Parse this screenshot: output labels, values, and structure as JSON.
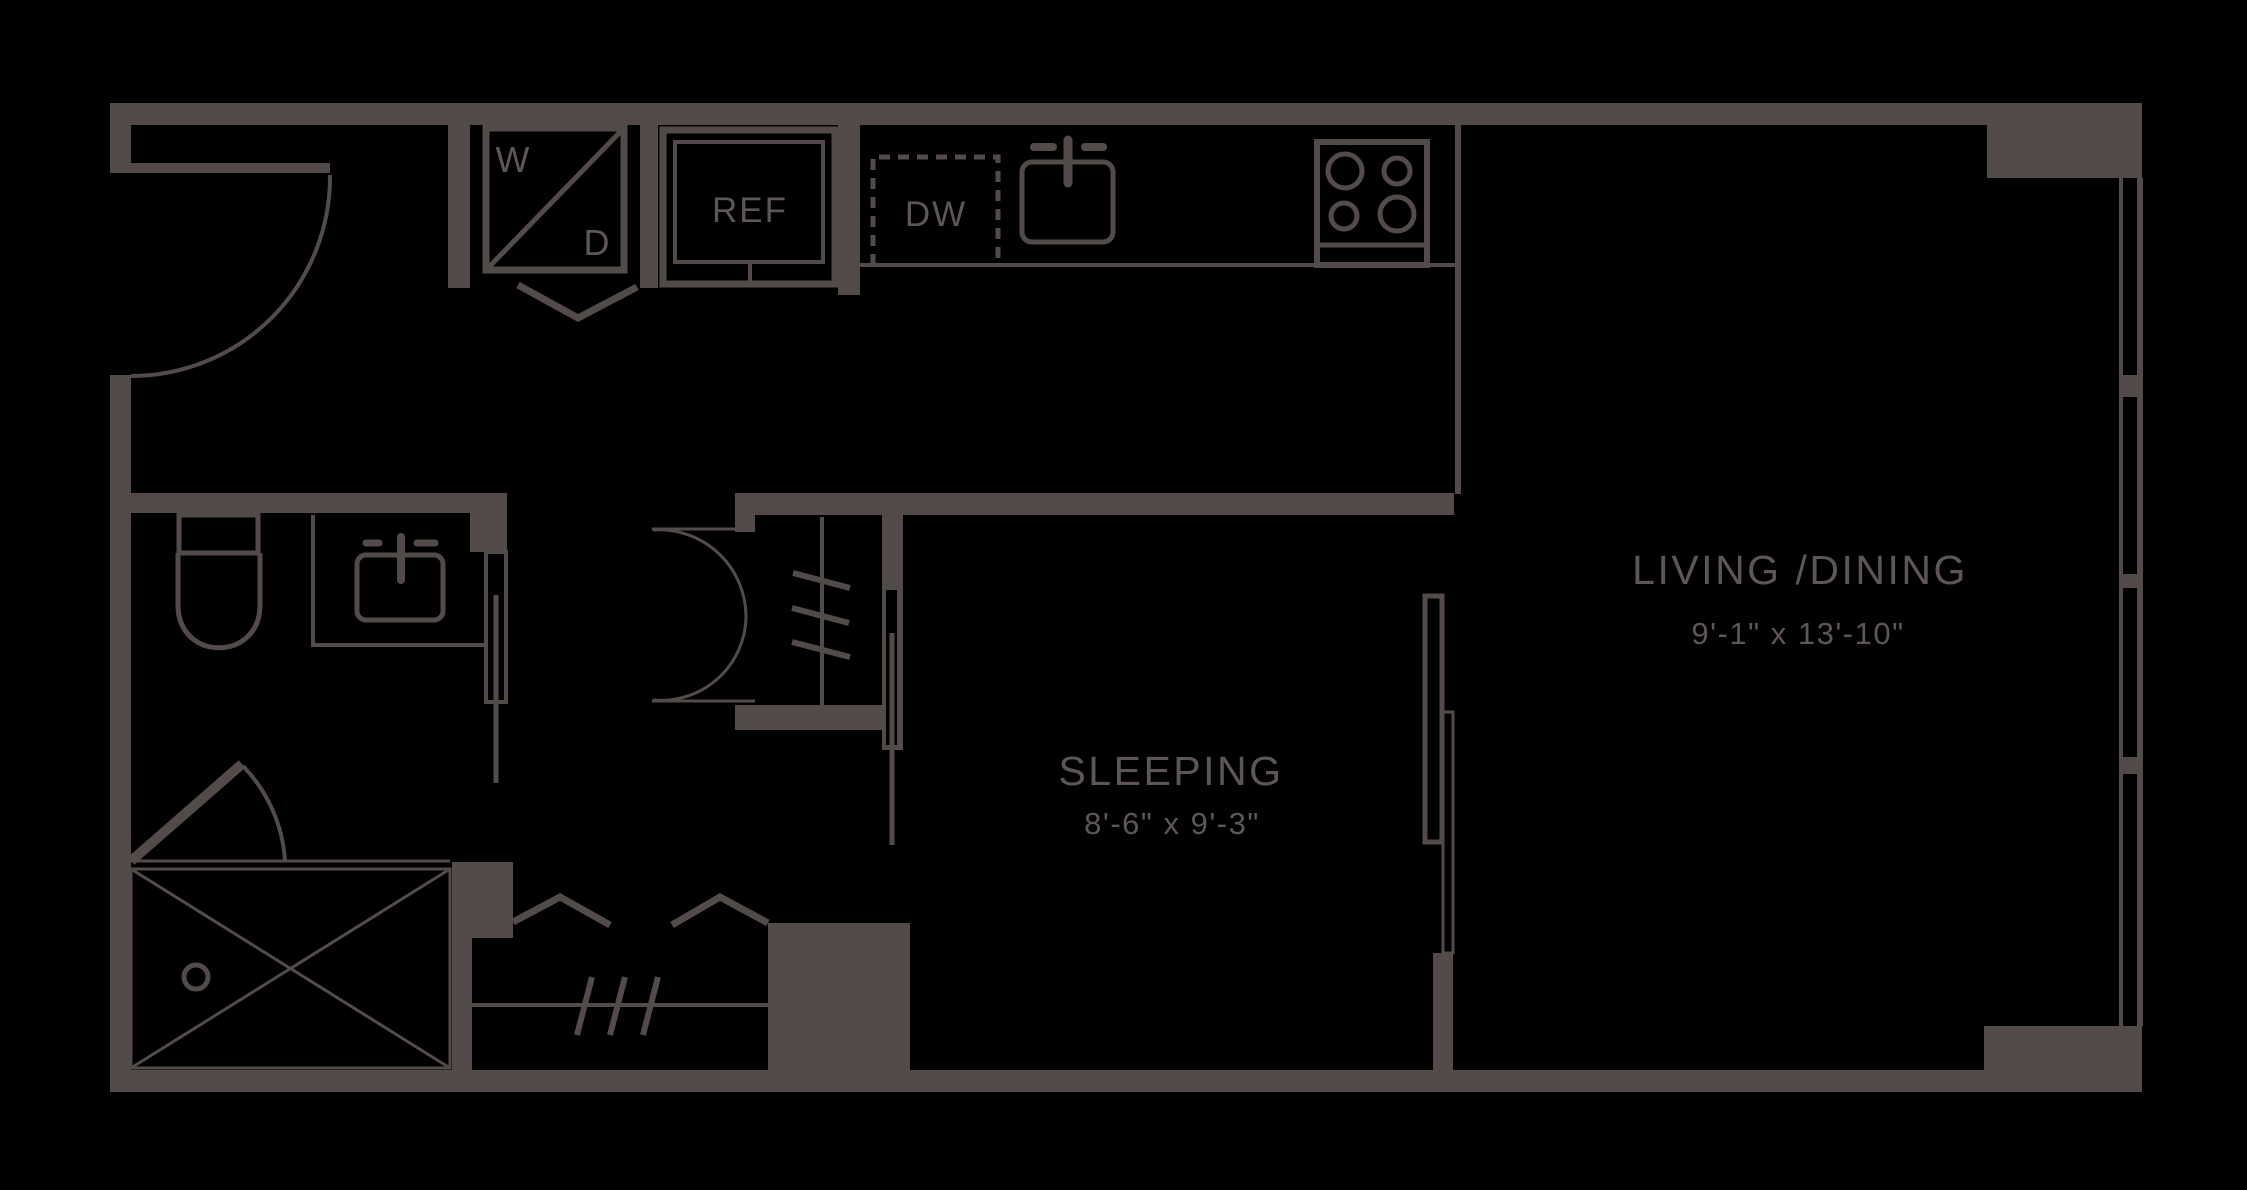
{
  "plan": {
    "appliances": {
      "washer": "W",
      "dryer": "D",
      "refrigerator": "REF",
      "dishwasher": "DW"
    },
    "rooms": {
      "living_dining": {
        "label": "LIVING /DINING",
        "dimensions": "9'-1\" x 13'-10\""
      },
      "sleeping": {
        "label": "SLEEPING",
        "dimensions": "8'-6\" x 9'-3\""
      }
    },
    "colors": {
      "background": "#000000",
      "wall": "#534B4A",
      "text": "#5E5656"
    }
  }
}
